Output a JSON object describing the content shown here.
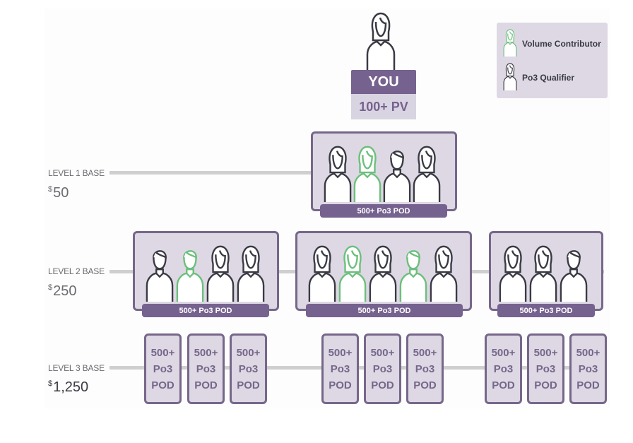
{
  "legend": {
    "items": [
      {
        "label": "Volume Contributor",
        "icon": "person-female-icon",
        "color": "#6cbf7c"
      },
      {
        "label": "Po3 Qualifier",
        "icon": "person-female-icon",
        "color": "#3a3a44"
      }
    ]
  },
  "colors": {
    "accent_purple": "#76628f",
    "pod_fill": "#ddd8e4",
    "pod_border": "#76678a",
    "contributor_green": "#6cbf7c",
    "qualifier_dark": "#3a3a44",
    "connector_gray": "#cfcfcf"
  },
  "you": {
    "label": "YOU",
    "pv": "100+ PV",
    "icon": "person-female-icon"
  },
  "levels": [
    {
      "title": "LEVEL 1 BASE",
      "currency": "$",
      "amount": "50"
    },
    {
      "title": "LEVEL 2 BASE",
      "currency": "$",
      "amount": "250"
    },
    {
      "title": "LEVEL 3 BASE",
      "currency": "$",
      "amount": "1,250"
    }
  ],
  "level1_pod": {
    "banner": "500+ Po3 POD",
    "members": [
      {
        "gender": "female",
        "role": "qualifier"
      },
      {
        "gender": "female",
        "role": "contributor"
      },
      {
        "gender": "male",
        "role": "qualifier"
      },
      {
        "gender": "female",
        "role": "qualifier"
      }
    ]
  },
  "level2_pods": [
    {
      "banner": "500+ Po3 POD",
      "members": [
        {
          "gender": "male",
          "role": "qualifier"
        },
        {
          "gender": "male",
          "role": "contributor"
        },
        {
          "gender": "female",
          "role": "qualifier"
        },
        {
          "gender": "female",
          "role": "qualifier"
        }
      ]
    },
    {
      "banner": "500+ Po3 POD",
      "members": [
        {
          "gender": "female",
          "role": "qualifier"
        },
        {
          "gender": "female",
          "role": "contributor"
        },
        {
          "gender": "female",
          "role": "qualifier"
        },
        {
          "gender": "male",
          "role": "contributor"
        },
        {
          "gender": "female",
          "role": "qualifier"
        }
      ]
    },
    {
      "banner": "500+ Po3 POD",
      "members": [
        {
          "gender": "female",
          "role": "qualifier"
        },
        {
          "gender": "female",
          "role": "qualifier"
        },
        {
          "gender": "male",
          "role": "qualifier"
        }
      ]
    }
  ],
  "level3_pods": [
    {
      "line1": "500+",
      "line2": "Po3",
      "line3": "POD"
    },
    {
      "line1": "500+",
      "line2": "Po3",
      "line3": "POD"
    },
    {
      "line1": "500+",
      "line2": "Po3",
      "line3": "POD"
    },
    {
      "line1": "500+",
      "line2": "Po3",
      "line3": "POD"
    },
    {
      "line1": "500+",
      "line2": "Po3",
      "line3": "POD"
    },
    {
      "line1": "500+",
      "line2": "Po3",
      "line3": "POD"
    },
    {
      "line1": "500+",
      "line2": "Po3",
      "line3": "POD"
    },
    {
      "line1": "500+",
      "line2": "Po3",
      "line3": "POD"
    },
    {
      "line1": "500+",
      "line2": "Po3",
      "line3": "POD"
    }
  ]
}
